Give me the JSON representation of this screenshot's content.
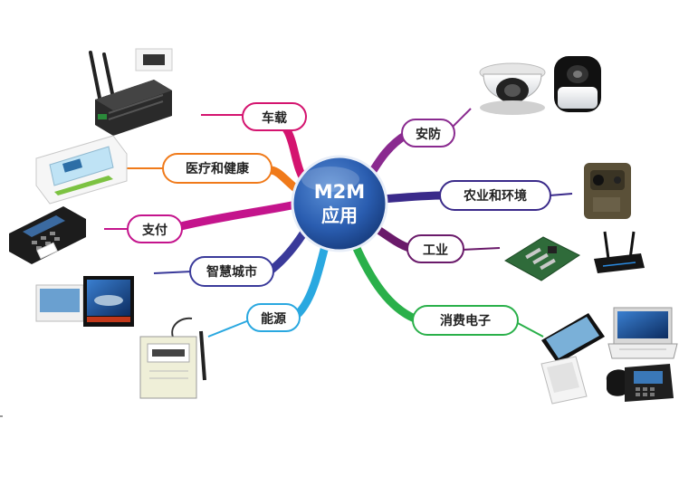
{
  "hub": {
    "line1": "M2M",
    "line2": "应用"
  },
  "branches": [
    {
      "id": "car",
      "label": "车载",
      "color": "#d4146f"
    },
    {
      "id": "medical",
      "label": "医疗和健康",
      "color": "#f07a1a"
    },
    {
      "id": "payment",
      "label": "支付",
      "color": "#c4148c"
    },
    {
      "id": "smartcity",
      "label": "智慧城市",
      "color": "#3a3a9a"
    },
    {
      "id": "energy",
      "label": "能源",
      "color": "#2aa8e0"
    },
    {
      "id": "security",
      "label": "安防",
      "color": "#8a2a8f"
    },
    {
      "id": "agri",
      "label": "农业和环境",
      "color": "#3a2a8a"
    },
    {
      "id": "industry",
      "label": "工业",
      "color": "#6a1a6a"
    },
    {
      "id": "consumer",
      "label": "消费电子",
      "color": "#2ab04a"
    }
  ],
  "devices": [
    "router-icon",
    "blood-pressure-monitor-icon",
    "pos-terminal-icon",
    "digital-signage-icon",
    "smart-meter-icon",
    "dome-camera-icon",
    "ptz-camera-icon",
    "trail-camera-icon",
    "industrial-board-icon",
    "wifi-router-icon",
    "tablet-icon",
    "netbook-icon",
    "ereader-icon",
    "ip-phone-icon"
  ]
}
